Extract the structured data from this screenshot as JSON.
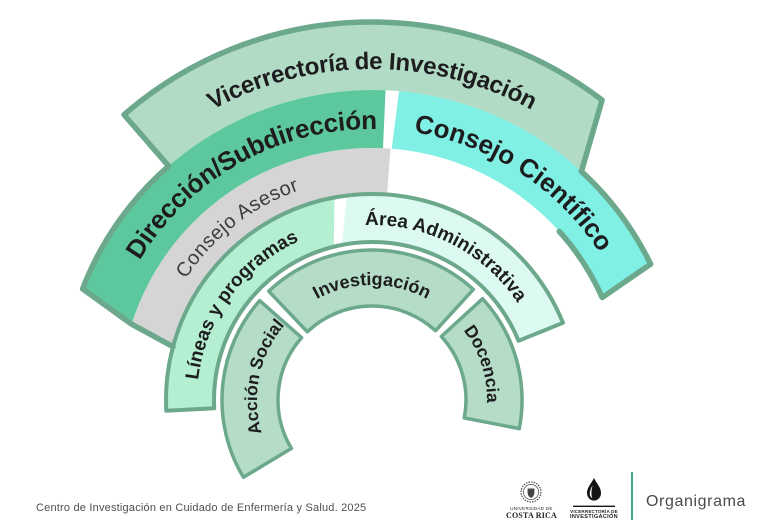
{
  "diagram": {
    "labels": {
      "vicerrectoria": "Vicerrectoría de Investigación",
      "direccion": "Dirección/Subdirección",
      "consejo_cientifico": "Consejo Científico",
      "consejo_asesor": "Consejo Asesor",
      "lineas_programas": "Líneas y programas",
      "area_administrativa": "Área Administrativa",
      "accion_social": "Acción Social",
      "investigacion": "Investigación",
      "docencia": "Docencia"
    }
  },
  "footer": {
    "caption": "Centro de Investigación en Cuidado de Enfermería y Salud. 2025",
    "ucr_logo": {
      "line1": "UNIVERSIDAD DE",
      "line2": "COSTA RICA"
    },
    "vi_logo": {
      "line1": "VICERRECTORÍA DE",
      "line2": "INVESTIGACIÓN"
    },
    "title": "Organigrama"
  },
  "colors": {
    "stroke": "#6ca88c",
    "level1": "#b2dbc5",
    "direccion": "#5dc89d",
    "consejo_cientifico": "#80f0e5",
    "consejo_asesor_bg": "#d5d5d6",
    "lineas": "#b5efd1",
    "area": "#ddfaf2",
    "level5": "#b4dcc7",
    "text": "#1d1d1f",
    "subtext": "#3d3d3d",
    "divider": "#46a87e",
    "logo_ink": "#1f1f1f",
    "footer_text": "#4f4f4f"
  }
}
